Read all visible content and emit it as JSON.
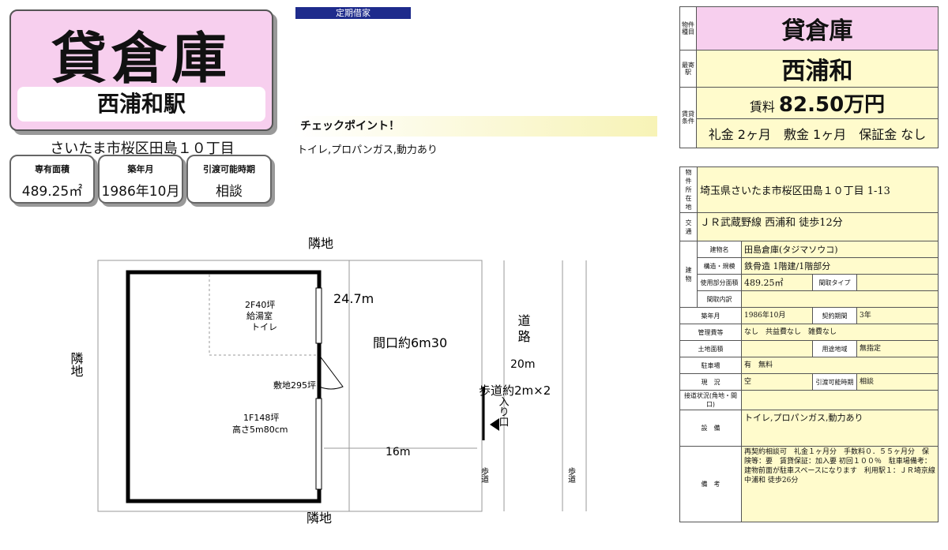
{
  "header": {
    "property_type": "貸倉庫",
    "station": "西浦和駅",
    "address": "さいたま市桜区田島１０丁目",
    "lease_tag": "定期借家"
  },
  "summary_boxes": [
    {
      "label": "専有面積",
      "value": "489.25㎡"
    },
    {
      "label": "築年月",
      "value": "1986年10月"
    },
    {
      "label": "引渡可能時期",
      "value": "相談"
    }
  ],
  "check_point": {
    "title": "チェックポイント！",
    "text": "トイレ,プロパンガス,動力あり"
  },
  "right_summary": {
    "type_label": "物件種目",
    "type_value": "貸倉庫",
    "station_label": "最寄駅",
    "station_value": "西浦和",
    "terms_label": "賃貸条件",
    "rent_prefix": "賃料",
    "rent_value": "82.50万円",
    "terms": "礼金 2ヶ月　敷金 1ヶ月　保証金 なし"
  },
  "details": {
    "location_label": "物件所在地",
    "location": "埼玉県さいたま市桜区田島１０丁目 1-13",
    "transport_label": "交通",
    "transport": "ＪＲ武蔵野線 西浦和 徒歩12分",
    "building_label": "建物",
    "building_name_label": "建物名",
    "building_name": "田島倉庫(タジマソウコ)",
    "structure_label": "構造・規模",
    "structure": "鉄骨造 1階建/1階部分",
    "area_label": "使用部分面積",
    "area": "489.25㎡",
    "layout_type_label": "間取タイプ",
    "layout_detail_label": "間取内訳",
    "built_label": "築年月",
    "built": "1986年10月",
    "contract_label": "契約期間",
    "contract": "3年",
    "mgmt_label": "管理費等",
    "mgmt": "なし　共益費なし　雑費なし",
    "land_area_label": "土地面積",
    "zoning_label": "用途地域",
    "zoning": "無指定",
    "parking_label": "駐車場",
    "parking": "有　無料",
    "status_label": "現　況",
    "status": "空",
    "handover_label": "引渡可能時期",
    "handover": "相談",
    "road_label": "接道状況(角地・間口)",
    "facility_label": "設　備",
    "facility": "トイレ,プロパンガス,動力あり",
    "remarks_label": "備　考",
    "remarks": "再契約相談可　礼金１ヶ月分　手数料０．５５ヶ月分　保険等：要　賃貸保証：加入要 初回１００％　駐車場備考：建物前面が駐車スペースになります　利用駅１：ＪＲ埼京線 中浦和 徒歩26分"
  },
  "floor_plan": {
    "neighbor_top": "隣地",
    "neighbor_left": "隣地",
    "neighbor_bottom": "隣地",
    "depth": "24.7m",
    "second_floor": "2F40坪",
    "kitchen": "給湯室",
    "toilet": "トイレ",
    "frontage": "間口約6m30",
    "site": "敷地295坪",
    "first_floor": "1F148坪",
    "height": "高さ5m80cm",
    "road": "道路",
    "road_width": "20m",
    "sidewalk_width": "歩道約2m×2",
    "entrance": "入り口",
    "distance": "16m",
    "sidewalk": "歩道"
  }
}
